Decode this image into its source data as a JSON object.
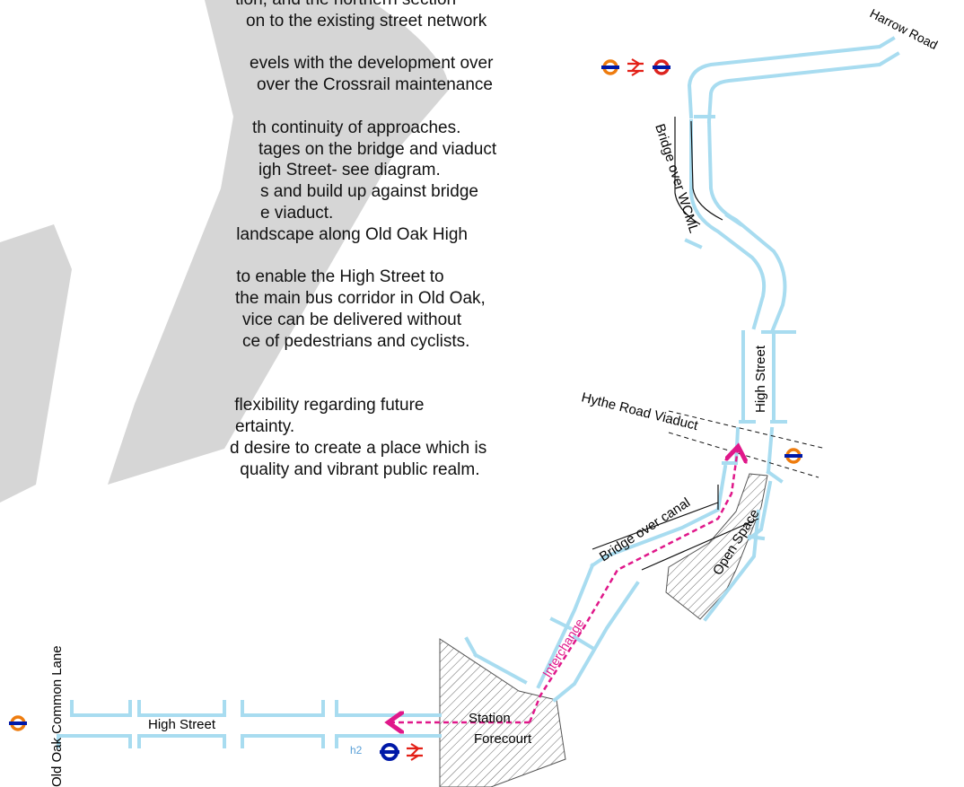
{
  "body_text_lines": [
    "tion, and the northern section",
    "on to the existing street network",
    "",
    "evels with the development over",
    "over the Crossrail maintenance",
    "",
    "th continuity of approaches.",
    "tages on the bridge and viaduct",
    "igh Street- see diagram.",
    "s and build up against bridge",
    "e viaduct.",
    " landscape along Old Oak High",
    "",
    " to enable the High Street to",
    "the main bus corridor in Old Oak,",
    "vice can be delivered without",
    "ce of pedestrians and cyclists.",
    "",
    "",
    " flexibility regarding future",
    "ertainty.",
    "d desire to create a place which is",
    " quality and vibrant public realm."
  ],
  "map_labels": {
    "harrow_road": "Harrow Road",
    "bridge_over_wcml": "Bridge over WCML",
    "high_street_north": "High Street",
    "hythe_road_viaduct": "Hythe Road Viaduct",
    "bridge_over_canal": "Bridge over canal",
    "open_space": "Open Space",
    "interchange": "Interchange",
    "station_forecourt_line1": "Station",
    "station_forecourt_line2": "Forecourt",
    "high_street_south": "High Street",
    "old_oak_common_lane": "Old Oak Common Lane",
    "hs2_mark": "h2"
  },
  "colors": {
    "street": "#a8dcf0",
    "route": "#e0188a",
    "watermark": "#cccccc",
    "underground_red": "#dc241f",
    "underground_blue": "#0019a8",
    "overground_orange": "#ee7c0e",
    "rail_red": "#e32017",
    "hatch": "#555555"
  },
  "icons": [
    "overground-roundel-icon",
    "national-rail-icon",
    "underground-roundel-icon",
    "hs2-icon"
  ]
}
